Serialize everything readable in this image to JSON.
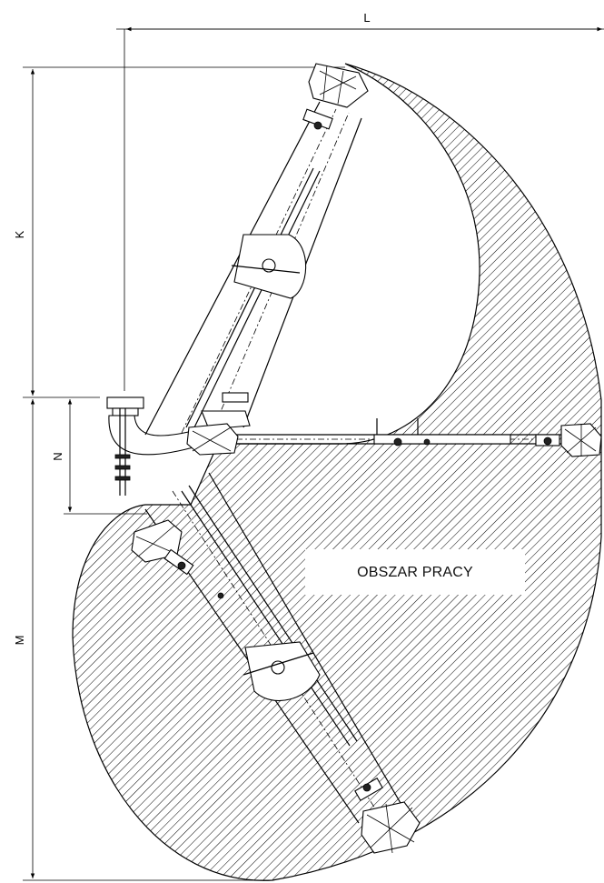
{
  "dimensions": {
    "L": "L",
    "K": "K",
    "N": "N",
    "M": "M"
  },
  "work_area": {
    "label": "OBSZAR PRACY"
  },
  "colors": {
    "line": "#000000",
    "hatch": "#000000",
    "background": "#ffffff"
  }
}
